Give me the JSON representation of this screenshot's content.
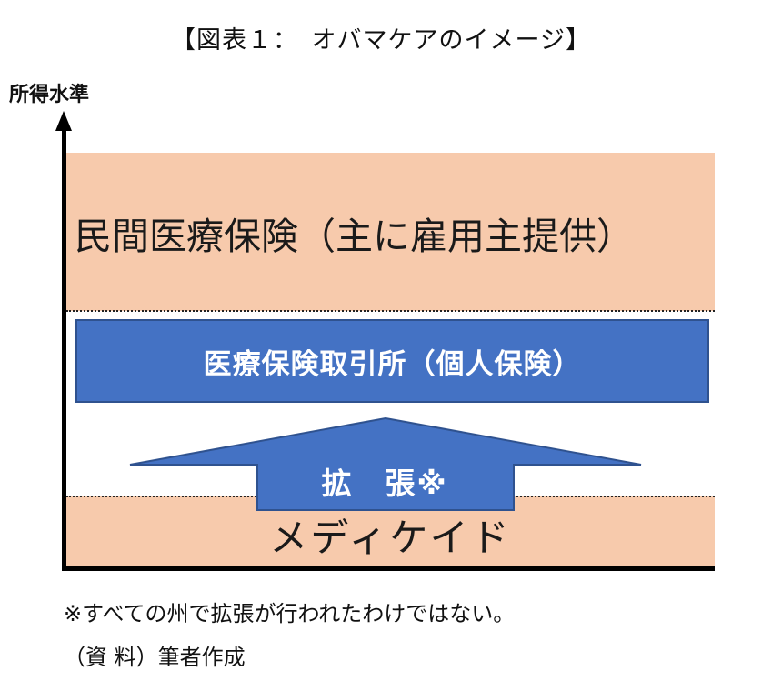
{
  "title": "【図表１：　オバマケアのイメージ】",
  "axis_label": "所得水準",
  "bands": {
    "private": "民間医療保険（主に雇用主提供）",
    "exchange": "医療保険取引所（個人保険）",
    "medicaid": "メディケイド"
  },
  "expansion_label": "拡　張※",
  "footnote": "※すべての州で拡張が行われたわけではない。",
  "source": "（資 料）筆者作成",
  "colors": {
    "band_fill": "#f7caac",
    "blue_fill": "#4472c4",
    "blue_border": "#2f528f",
    "axis": "#000000"
  }
}
